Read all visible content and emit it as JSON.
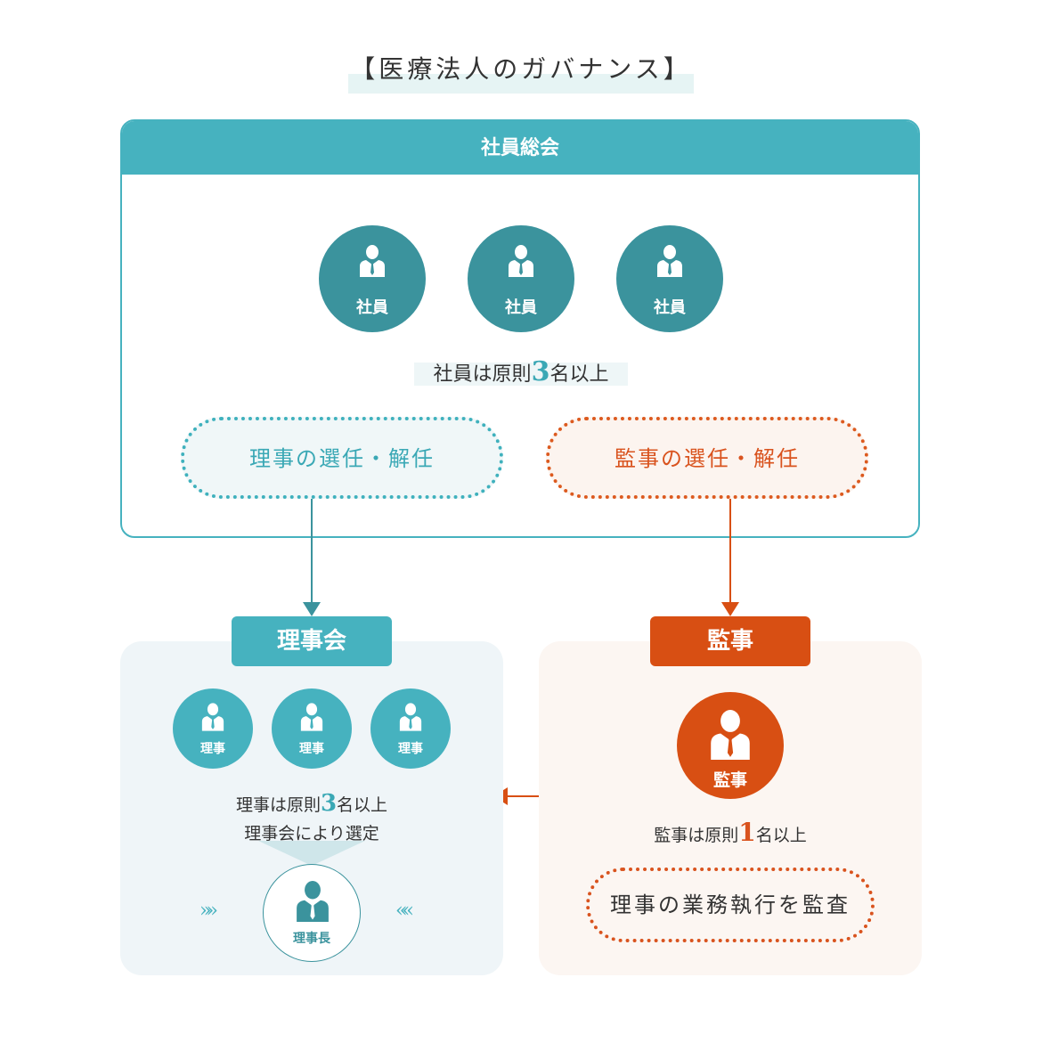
{
  "title": "【医療法人のガバナンス】",
  "meeting": {
    "header": "社員総会",
    "members": [
      "社員",
      "社員",
      "社員"
    ],
    "rule": {
      "prefix": "社員は原則",
      "number": "3",
      "suffix": "名以上"
    },
    "elect_directors": "理事の選任・解任",
    "elect_auditor": "監事の選任・解任"
  },
  "board": {
    "tag": "理事会",
    "directors": [
      "理事",
      "理事",
      "理事"
    ],
    "rule": {
      "prefix": "理事は原則",
      "number": "3",
      "suffix": "名以上"
    },
    "selection": "理事会により選定",
    "chairman": "理事長",
    "chevron_left": "»»",
    "chevron_right": "««"
  },
  "auditor": {
    "tag": "監事",
    "person": "監事",
    "rule": {
      "prefix": "監事は原則",
      "number": "1",
      "suffix": "名以上"
    },
    "duty": "理事の業務執行を監査"
  },
  "colors": {
    "teal": "#46b2bf",
    "teal_dark": "#3b939d",
    "orange": "#d84f13"
  }
}
